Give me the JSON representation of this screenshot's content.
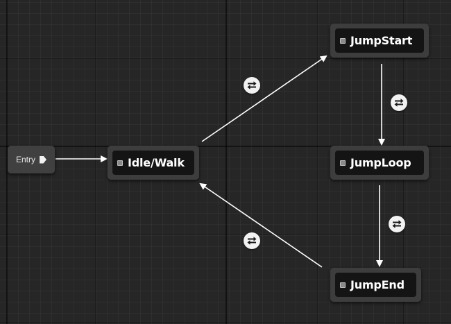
{
  "graph": {
    "entry_node": {
      "label": "Entry",
      "icon": "entry-pin-icon"
    },
    "states": [
      {
        "id": "idle-walk",
        "label": "Idle/Walk",
        "icon": "state-icon"
      },
      {
        "id": "jump-start",
        "label": "JumpStart",
        "icon": "state-icon"
      },
      {
        "id": "jump-loop",
        "label": "JumpLoop",
        "icon": "state-icon"
      },
      {
        "id": "jump-end",
        "label": "JumpEnd",
        "icon": "state-icon"
      }
    ],
    "transitions": [
      {
        "from": "Entry",
        "to": "Idle/Walk",
        "has_rule_icon": false
      },
      {
        "from": "Idle/Walk",
        "to": "JumpStart",
        "has_rule_icon": true,
        "icon": "transition-rule-icon"
      },
      {
        "from": "JumpStart",
        "to": "JumpLoop",
        "has_rule_icon": true,
        "icon": "transition-rule-icon"
      },
      {
        "from": "JumpLoop",
        "to": "JumpEnd",
        "has_rule_icon": true,
        "icon": "transition-rule-icon"
      },
      {
        "from": "JumpEnd",
        "to": "Idle/Walk",
        "has_rule_icon": true,
        "icon": "transition-rule-icon"
      }
    ],
    "colors": {
      "background": "#262626",
      "node_frame": "#3d3d3d",
      "node_body": "#141414",
      "wire": "#ffffff",
      "transition_icon": "#f2f2f2"
    }
  }
}
